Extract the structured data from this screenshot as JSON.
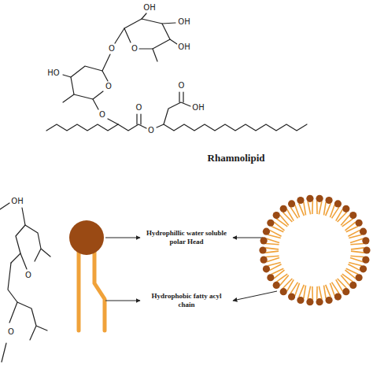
{
  "diagram": {
    "labels": [
      "Rhamnolipid",
      "OH",
      "OH",
      "OH",
      "O",
      "O",
      "HO",
      "O",
      "O",
      "O",
      "O",
      "O",
      "OH",
      "Hydrophillic water soluble polar Head",
      "Hydrophobic fatty acyl chain",
      "OH",
      "O",
      "O"
    ]
  }
}
